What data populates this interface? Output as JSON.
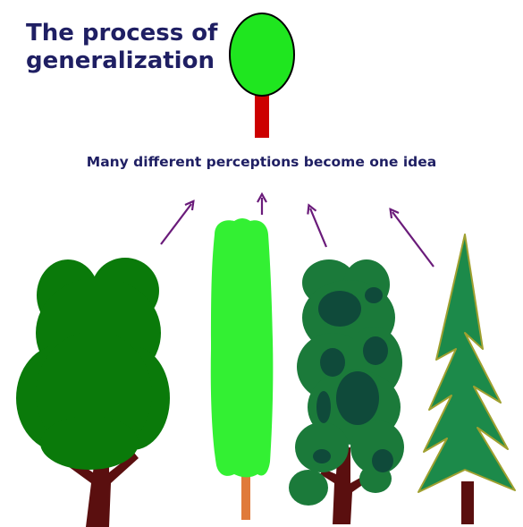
{
  "title": {
    "line1": "The process of",
    "line2": "generalization"
  },
  "caption": "Many different perceptions become one idea",
  "colors": {
    "text": "#1f1f63",
    "idea_foliage": "#1fe61f",
    "idea_trunk": "#cc0000",
    "arrow": "#6a1b7a",
    "dark_green": "#0a7a0a",
    "bright_green": "#33f033",
    "mottled_dark": "#0f4a3a",
    "mottled_mid": "#1b7a3a",
    "conifer": "#1c8a4a",
    "conifer_edge": "#a0a030",
    "trunk_dark": "#5a0f0f",
    "trunk_orange": "#e07a3a"
  },
  "icons": {
    "idea": "idea-tree-icon",
    "arrows": "arrow-icon",
    "trees": [
      "broadleaf-tree-icon",
      "poplar-tree-icon",
      "mottled-tree-icon",
      "conifer-tree-icon"
    ]
  }
}
